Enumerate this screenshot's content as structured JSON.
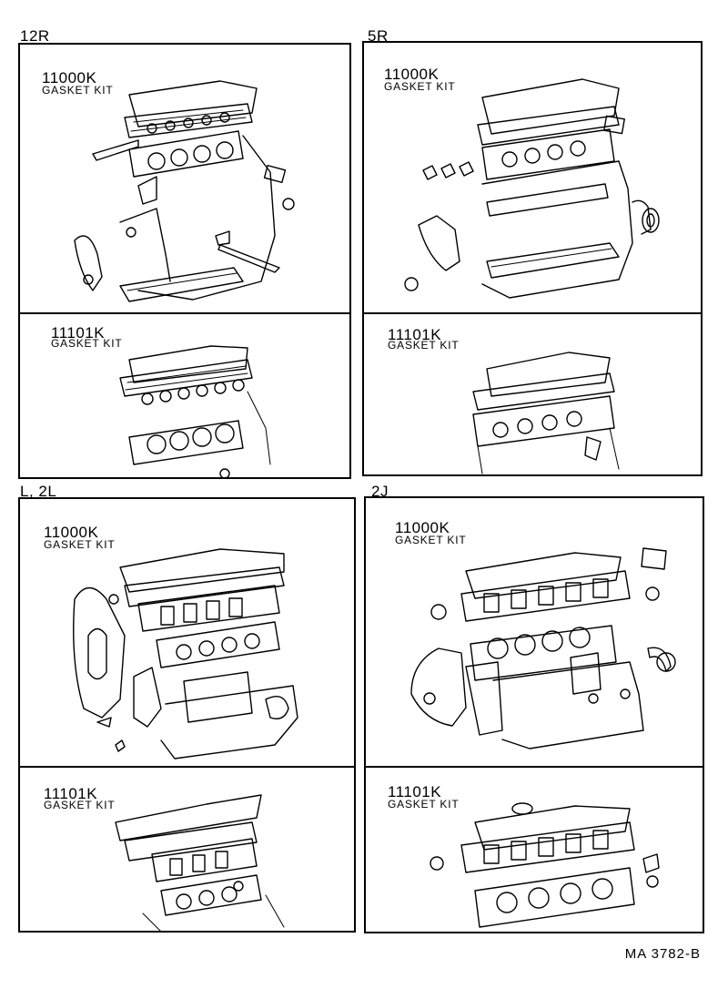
{
  "sections": [
    {
      "engine": "12R",
      "kits": [
        {
          "part_number": "11000K",
          "name": "GASKET KIT"
        },
        {
          "part_number": "11101K",
          "name": "GASKET KIT"
        }
      ]
    },
    {
      "engine": "5R",
      "kits": [
        {
          "part_number": "11000K",
          "name": "GASKET KIT"
        },
        {
          "part_number": "11101K",
          "name": "GASKET KIT"
        }
      ]
    },
    {
      "engine": "L, 2L",
      "kits": [
        {
          "part_number": "11000K",
          "name": "GASKET KIT"
        },
        {
          "part_number": "11101K",
          "name": "GASKET KIT"
        }
      ]
    },
    {
      "engine": "2J",
      "kits": [
        {
          "part_number": "11000K",
          "name": "GASKET KIT"
        },
        {
          "part_number": "11101K",
          "name": "GASKET KIT"
        }
      ]
    }
  ],
  "footer": {
    "code": "MA  3782-B"
  }
}
